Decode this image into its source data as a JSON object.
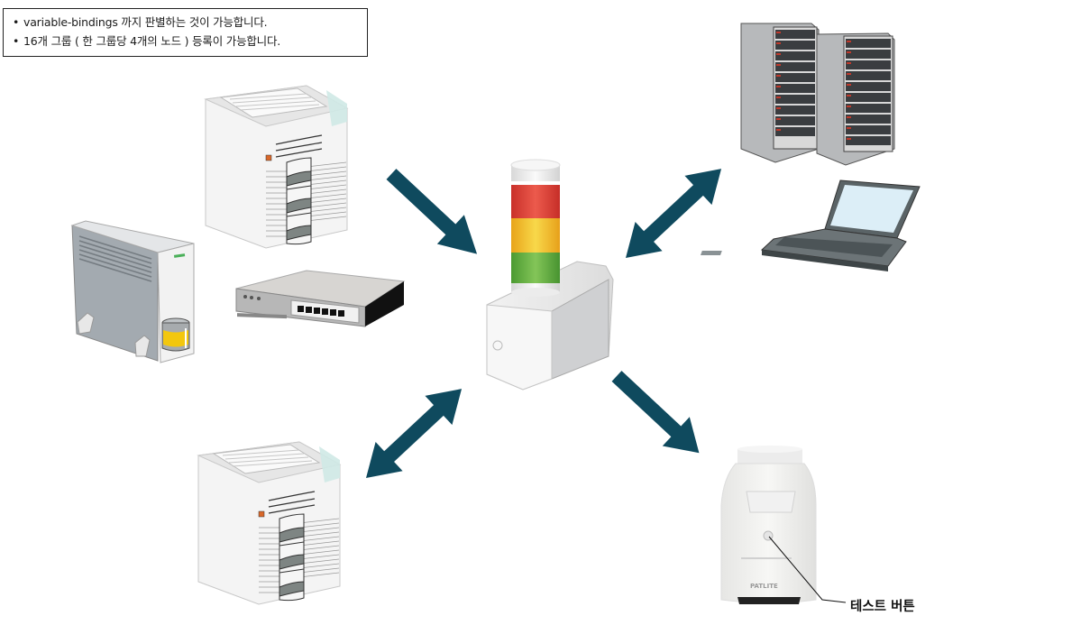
{
  "notes": {
    "items": [
      "variable-bindings 까지 판별하는 것이 가능합니다.",
      "16개 그룹 ( 한 그룹당 4개의 노드 ) 등록이 가능합니다."
    ],
    "bullet": "•"
  },
  "center_device": {
    "name": "signal-tower-network-monitor",
    "lights": [
      "red",
      "yellow",
      "green"
    ],
    "colors": {
      "red": "#e0413a",
      "yellow": "#f2c12e",
      "green": "#5fae3e"
    }
  },
  "devices": [
    {
      "id": "printer-top",
      "type": "printer",
      "arrow": "one-way-to-center"
    },
    {
      "id": "storage-tower",
      "type": "storage",
      "arrow": "none"
    },
    {
      "id": "network-switch",
      "type": "switch",
      "arrow": "none"
    },
    {
      "id": "server-racks",
      "type": "server",
      "arrow": "two-way"
    },
    {
      "id": "laptop",
      "type": "laptop",
      "arrow": "two-way"
    },
    {
      "id": "printer-bottom",
      "type": "printer",
      "arrow": "two-way"
    },
    {
      "id": "tower-closeup",
      "type": "signal-tower-base",
      "arrow": "one-way-from-center"
    }
  ],
  "callout": {
    "label": "테스트 버튼"
  },
  "brand_text": "PATLITE",
  "arrow_color": "#0f4a5e"
}
